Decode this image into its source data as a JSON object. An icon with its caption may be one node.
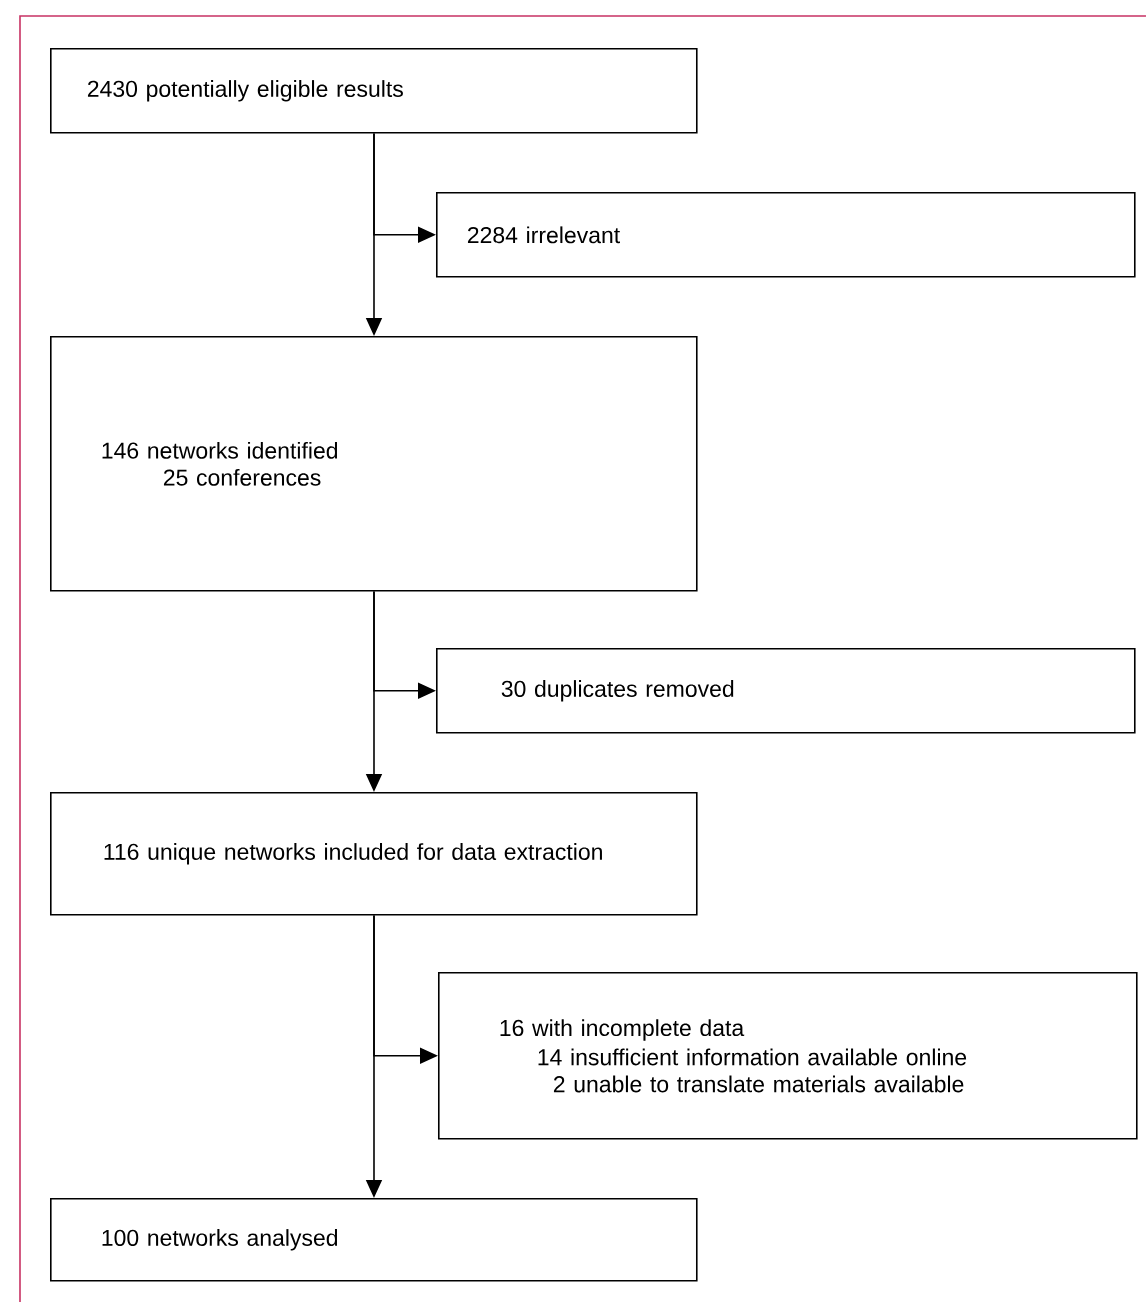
{
  "diagram": {
    "nodes": [
      {
        "text": [
          "2430 potentially eligible results"
        ]
      },
      {
        "text": [
          "2284 irrelevant"
        ]
      },
      {
        "text": [
          "146 networks identified",
          "25 conferences"
        ]
      },
      {
        "text": [
          "30 duplicates removed"
        ]
      },
      {
        "text": [
          "116 unique networks included for data extraction"
        ]
      },
      {
        "text": [
          "16 with incomplete data",
          "14 insufficient information available online",
          "2 unable to translate materials available"
        ]
      },
      {
        "text": [
          "100 networks analysed"
        ]
      }
    ],
    "edges": [
      {
        "from": 0,
        "to": 2,
        "arrow": "to"
      },
      {
        "from": 0,
        "to": 1,
        "arrow": "to"
      },
      {
        "from": 2,
        "to": 4,
        "arrow": "to"
      },
      {
        "from": 2,
        "to": 3,
        "arrow": "to"
      },
      {
        "from": 4,
        "to": 6,
        "arrow": "to"
      },
      {
        "from": 4,
        "to": 5,
        "arrow": "to"
      }
    ]
  }
}
